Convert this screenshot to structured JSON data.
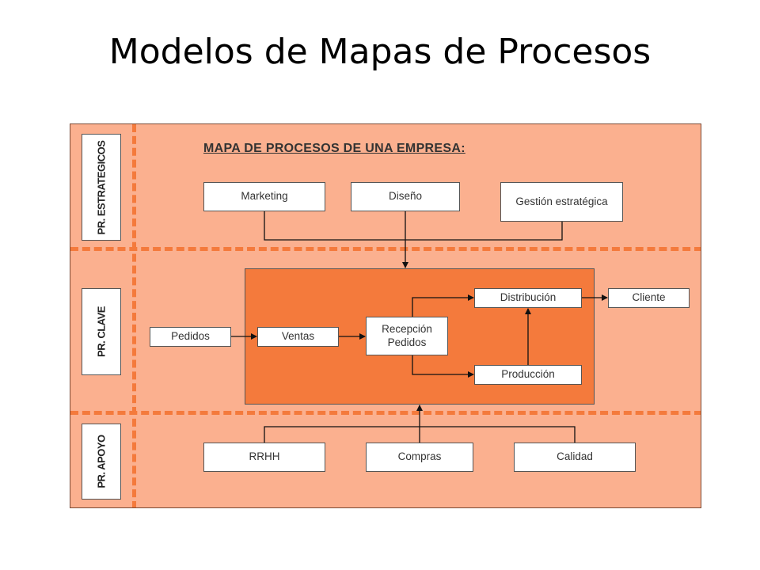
{
  "slide": {
    "title": "Modelos de Mapas de Procesos"
  },
  "diagram": {
    "title": "MAPA DE PROCESOS DE UNA EMPRESA:",
    "lanes": {
      "strategic": "PR. ESTRATEGICOS",
      "key": "PR. CLAVE",
      "support": "PR. APOYO"
    },
    "strategic_processes": [
      "Marketing",
      "Diseño",
      "Gestión estratégica"
    ],
    "key_processes": {
      "input": "Pedidos",
      "sales": "Ventas",
      "order_reception": "Recepción Pedidos",
      "distribution": "Distribución",
      "production": "Producción",
      "output": "Cliente"
    },
    "support_processes": [
      "RRHH",
      "Compras",
      "Calidad"
    ],
    "colors": {
      "panel": "#fbb08f",
      "core_area": "#f47a3c",
      "dashed_lines": "#f47a3c",
      "box": "#ffffff"
    }
  }
}
